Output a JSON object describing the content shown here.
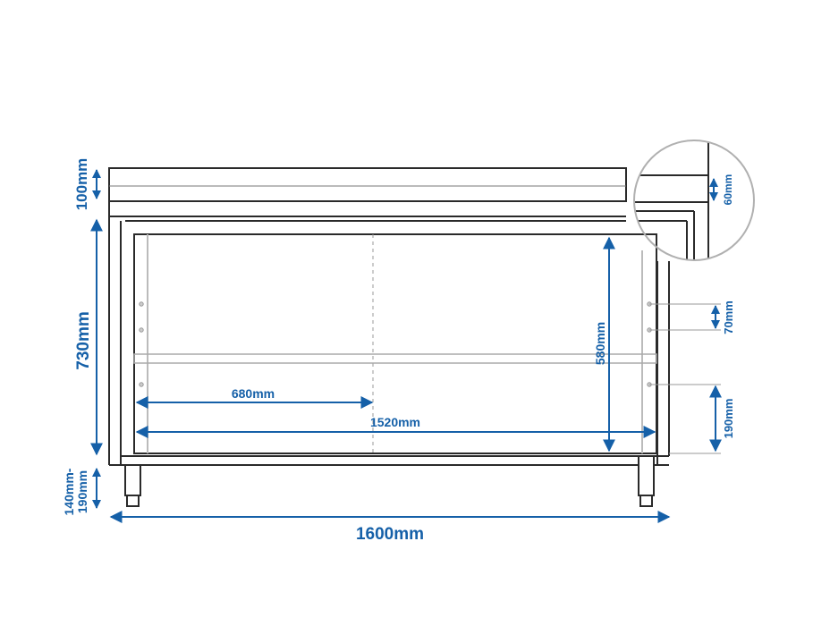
{
  "diagram": {
    "colors": {
      "dimension": "#1560a8",
      "outline": "#2a2a2a",
      "guide": "#9a9a9a",
      "background": "#ffffff"
    },
    "labels": {
      "top_height": "100mm",
      "body_height": "730mm",
      "leg_height_line1": "140mm-",
      "leg_height_line2": "190mm",
      "total_width": "1600mm",
      "inner_width": "1520mm",
      "half_width": "680mm",
      "inner_height": "580mm",
      "shelf_spacing": "70mm",
      "shelf_bottom": "190mm",
      "detail_depth": "60mm"
    }
  }
}
